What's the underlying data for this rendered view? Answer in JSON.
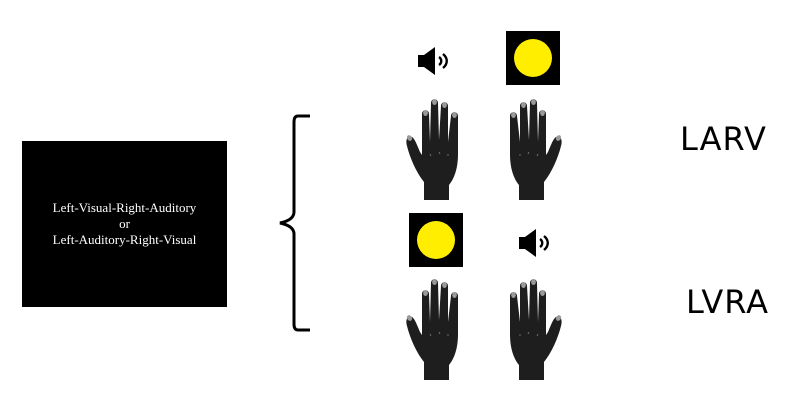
{
  "condition_box": {
    "line1": "Left-Visual-Right-Auditory",
    "line2": "or",
    "line3": "Left-Auditory-Right-Visual"
  },
  "rows": [
    {
      "label": "LARV",
      "left_stimulus": "speaker-icon",
      "right_stimulus": "yellow-circle"
    },
    {
      "label": "LVRA",
      "left_stimulus": "yellow-circle",
      "right_stimulus": "speaker-icon"
    }
  ],
  "colors": {
    "box": "#000000",
    "circle": "#ffee00",
    "hand": "#1e1e1e"
  }
}
